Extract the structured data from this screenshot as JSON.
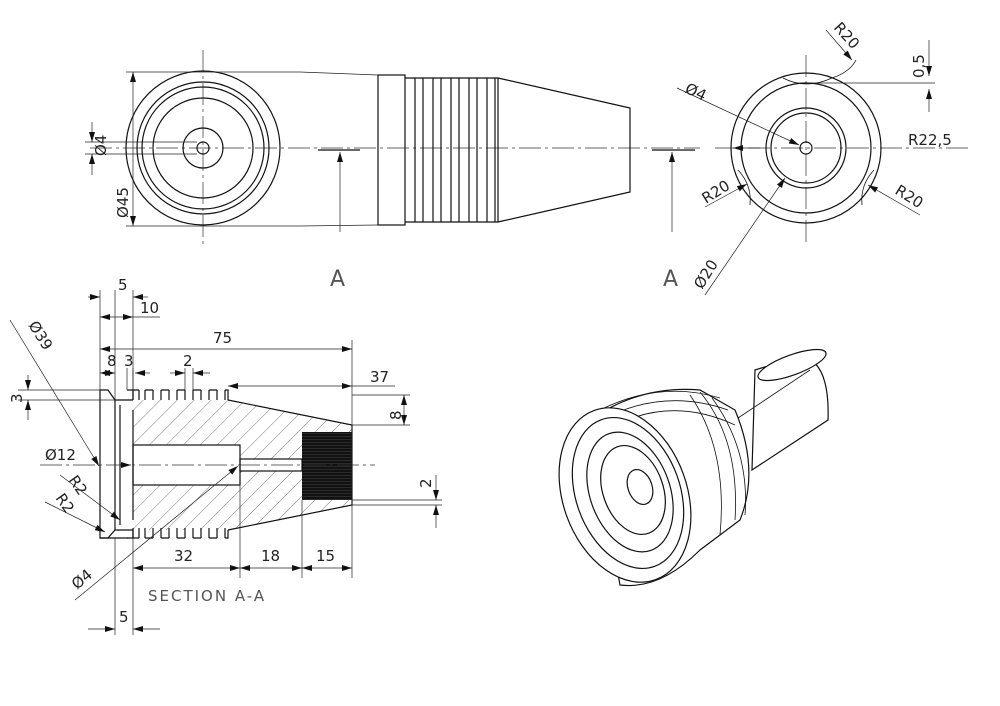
{
  "front_view": {
    "dims": [
      "Ø4",
      "Ø45"
    ]
  },
  "section_markers": {
    "left": "A",
    "right": "A"
  },
  "end_view": {
    "dims": [
      "R20",
      "0,5",
      "Ø4",
      "R22,5",
      "R20",
      "R20",
      "Ø20"
    ]
  },
  "section_view": {
    "title": "SECTION A-A",
    "dims": {
      "d5_top": "5",
      "d10": "10",
      "d75": "75",
      "d8": "8",
      "d3a": "3",
      "d2_top": "2",
      "d37": "37",
      "d39": "Ø39",
      "d3_left": "3",
      "d8_right": "8",
      "d12": "Ø12",
      "r2a": "R2",
      "r2b": "R2",
      "d2_right": "2",
      "d4": "Ø4",
      "d32": "32",
      "d18": "18",
      "d15": "15",
      "d5_bottom": "5"
    }
  }
}
